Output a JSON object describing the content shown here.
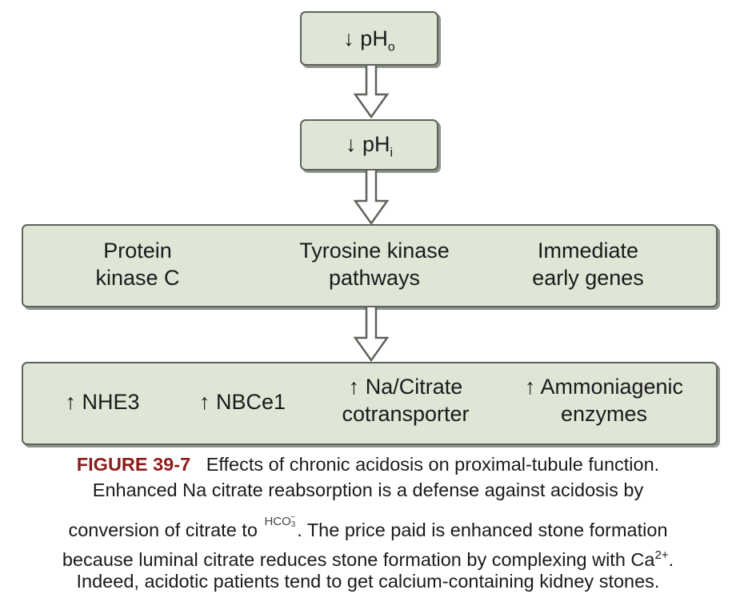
{
  "diagram": {
    "box_ph_o": {
      "arrow": "↓",
      "text": "pH",
      "subscript": "o"
    },
    "box_ph_i": {
      "arrow": "↓",
      "text": "pH",
      "subscript": "i"
    },
    "box_pathways": {
      "items": [
        {
          "line1": "Protein",
          "line2": "kinase C"
        },
        {
          "line1": "Tyrosine kinase",
          "line2": "pathways"
        },
        {
          "line1": "Immediate",
          "line2": "early genes"
        }
      ]
    },
    "box_targets": {
      "items": [
        {
          "line1": "↑ NHE3",
          "line2": ""
        },
        {
          "line1": "↑ NBCe1",
          "line2": ""
        },
        {
          "line1": "↑ Na/Citrate",
          "line2": "cotransporter"
        },
        {
          "line1": "↑ Ammoniagenic",
          "line2": "enzymes"
        }
      ]
    },
    "colors": {
      "box_fill": "#dfe6d6",
      "box_border": "#5d635a",
      "figure_label": "#8b1c1c"
    }
  },
  "caption": {
    "figure_label": "FIGURE 39-7",
    "line1": "Effects of chronic acidosis on proximal-tubule function.",
    "line2": "Enhanced Na citrate reabsorption is a defense against acidosis by",
    "line3_before": "conversion of citrate to",
    "hco3_base": "HCO",
    "hco3_sub": "3",
    "hco3_sup": "−",
    "line3_after": ". The price paid is enhanced stone formation",
    "line4": "because luminal citrate reduces stone formation by complexing with Ca",
    "line4_sup": "2+",
    "line4_end": ".",
    "line5": "Indeed, acidotic patients tend to get calcium-containing kidney stones."
  }
}
